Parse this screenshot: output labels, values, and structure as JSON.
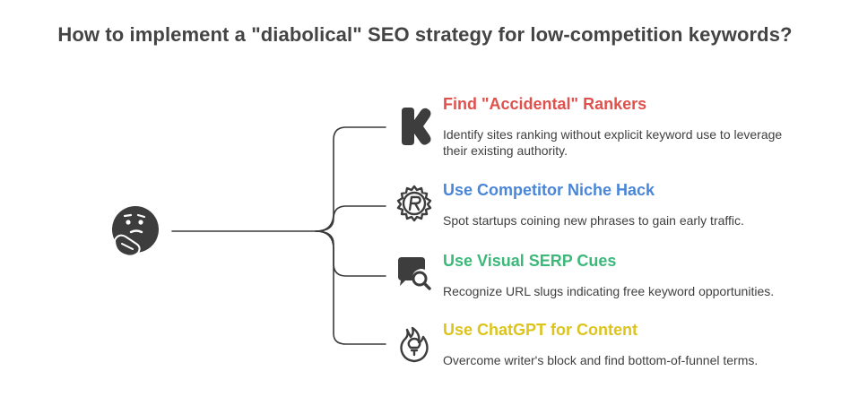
{
  "title": "How to implement a \"diabolical\" SEO strategy for low-competition keywords?",
  "central_icon": "thinking-face-icon",
  "branches": [
    {
      "heading": "Find \"Accidental\" Rankers",
      "description": "Identify sites ranking without explicit keyword use to leverage their existing authority.",
      "color": "#e0504c",
      "icon": "kickstarter-k-icon"
    },
    {
      "heading": "Use Competitor Niche Hack",
      "description": "Spot startups coining new phrases to gain early traffic.",
      "color": "#4a86d8",
      "icon": "registered-trademark-gear-icon"
    },
    {
      "heading": "Use Visual SERP Cues",
      "description": "Recognize URL slugs indicating free keyword opportunities.",
      "color": "#3cb87a",
      "icon": "chat-search-icon"
    },
    {
      "heading": "Use ChatGPT for Content",
      "description": "Overcome writer's block and find bottom-of-funnel terms.",
      "color": "#dcc41c",
      "icon": "lightbulb-flame-icon"
    }
  ]
}
